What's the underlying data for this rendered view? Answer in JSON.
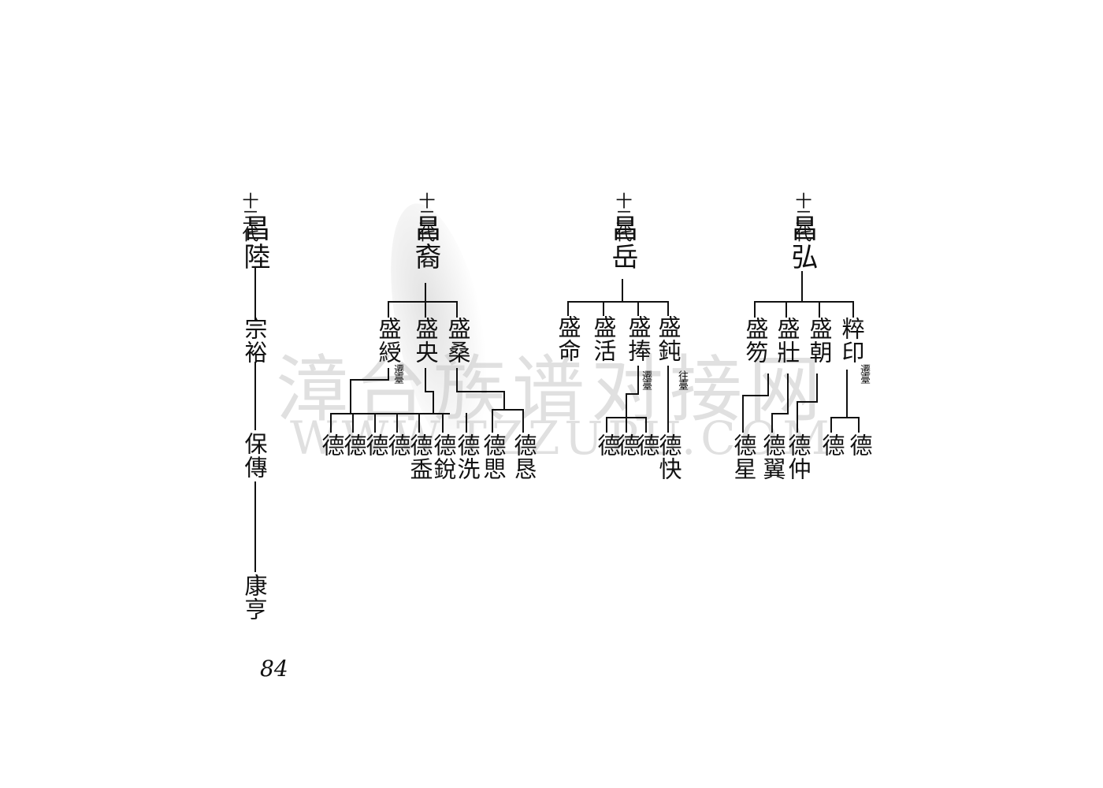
{
  "document": {
    "page_number": "84",
    "watermark": {
      "chinese": "漳台族谱对接网",
      "english": "WWW.TZZUPU.COM"
    },
    "columns": [
      {
        "generation_label": "十三代",
        "ancestor": "昌陸",
        "descendants": [
          "宗裕",
          "保傳",
          "康亨"
        ]
      },
      {
        "generation_label": "十三代",
        "ancestor": "昌裔",
        "sons": [
          {
            "name": "盛綬",
            "note": "遷臺"
          },
          {
            "name": "盛央"
          },
          {
            "name": "盛桑"
          }
        ],
        "grandsons": [
          "德",
          "德",
          "德",
          "德",
          "德盉",
          "德銳",
          "德洗",
          "德愳",
          "德恳"
        ]
      },
      {
        "generation_label": "十三代",
        "ancestor": "昌岳",
        "sons": [
          {
            "name": "盛命"
          },
          {
            "name": "盛活"
          },
          {
            "name": "盛捧",
            "note": "遷臺"
          },
          {
            "name": "盛鈍",
            "note": "往臺"
          }
        ],
        "grandsons": [
          "德",
          "德",
          "德",
          "德快"
        ]
      },
      {
        "generation_label": "十三代",
        "ancestor": "昌弘",
        "sons": [
          {
            "name": "盛笏"
          },
          {
            "name": "盛壯"
          },
          {
            "name": "盛朝"
          },
          {
            "name": "粹印",
            "note": "遷臺"
          }
        ],
        "grandsons": [
          "德星",
          "德翼",
          "德仲",
          "德",
          "德"
        ]
      }
    ]
  }
}
